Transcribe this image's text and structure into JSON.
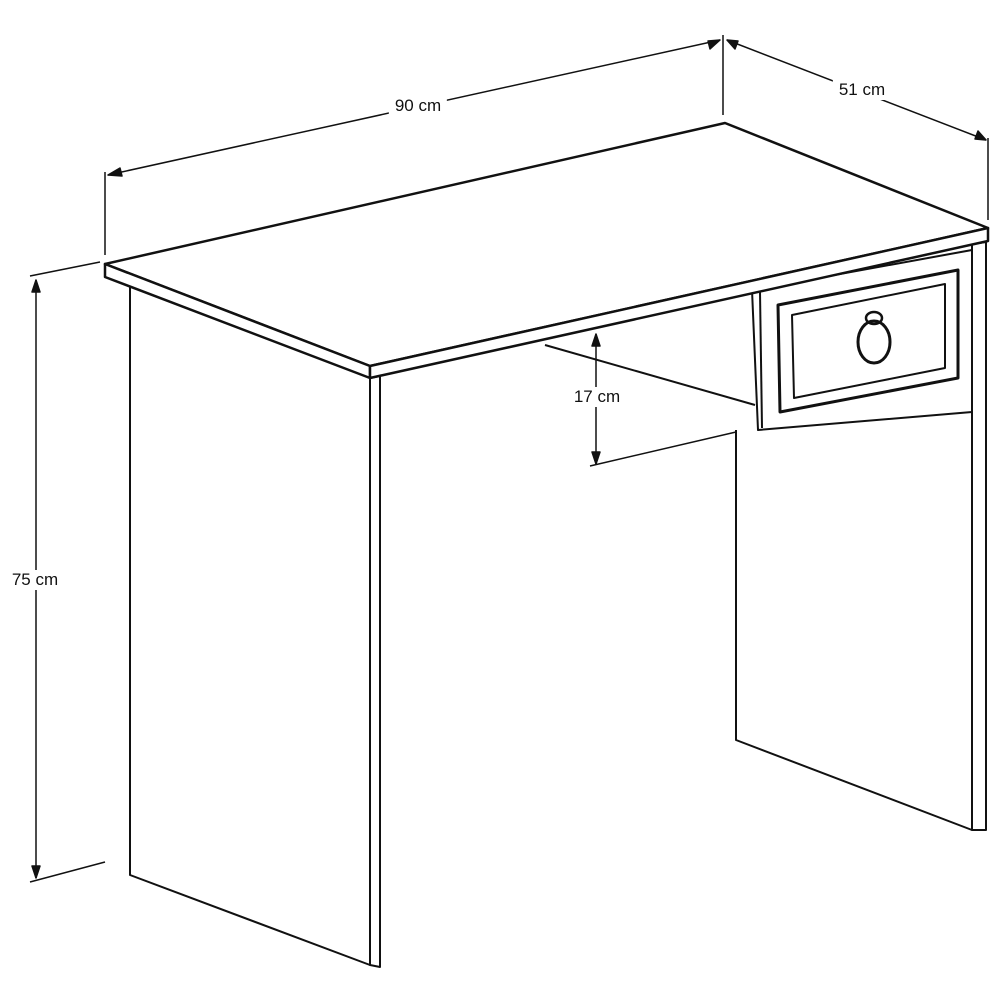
{
  "dimensions": {
    "width": "90 cm",
    "depth": "51 cm",
    "height": "75 cm",
    "drawer_height": "17 cm"
  },
  "colors": {
    "line": "#111111",
    "background": "#ffffff"
  }
}
